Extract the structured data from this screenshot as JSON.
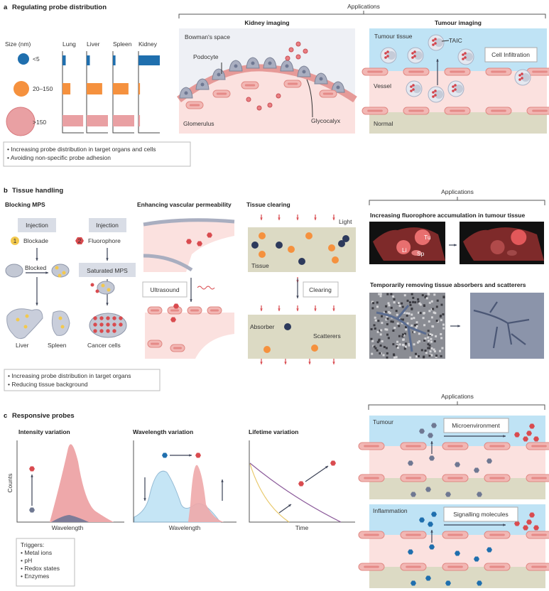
{
  "panel_a": {
    "letter": "a",
    "title": "Regulating probe distribution",
    "applications": "Applications",
    "size_header": "Size (nm)",
    "sizes": [
      "<5",
      "20–150",
      ">150"
    ],
    "organs": [
      "Lung",
      "Liver",
      "Spleen",
      "Kidney"
    ],
    "relative_distribution": [
      [
        0.15,
        0.15,
        0.12,
        1.0
      ],
      [
        0.37,
        0.73,
        0.73,
        0.07
      ],
      [
        0.97,
        1.0,
        1.0,
        0.07
      ]
    ],
    "notes": [
      "Increasing probe distribution in target organs and cells",
      "Avoiding non-specific probe adhesion"
    ],
    "kidney": {
      "title": "Kidney imaging",
      "bowman": "Bowman's space",
      "podocyte": "Podocyte",
      "glomerulus": "Glomerulus",
      "glycocalyx": "Glycocalyx"
    },
    "tumour": {
      "title": "Tumour imaging",
      "tissue": "Tumour tissue",
      "taic": "TAIC",
      "infiltration": "Cell Infiltration",
      "vessel": "Vessel",
      "normal": "Normal"
    }
  },
  "panel_b": {
    "letter": "b",
    "title": "Tissue handling",
    "blocking": {
      "title": "Blocking MPS",
      "injection": "Injection",
      "step1_num": "1",
      "step1": "Blockade",
      "step2_num": "2",
      "step2": "Fluorophore",
      "blocked": "Blocked",
      "saturated": "Saturated MPS",
      "liver": "Liver",
      "spleen": "Spleen",
      "cancer": "Cancer cells"
    },
    "vascular": {
      "title": "Enhancing vascular permeability",
      "ultrasound": "Ultrasound"
    },
    "clearing": {
      "title": "Tissue clearing",
      "light": "Light",
      "tissue": "Tissue",
      "clearing": "Clearing",
      "absorber": "Absorber",
      "scatterers": "Scatterers"
    },
    "notes": [
      "Increasing probe distribution in target organs",
      "Reducing tissue background"
    ],
    "applications": "Applications",
    "app1": {
      "title": "Increasing fluorophore accumulation in tumour tissue",
      "tu": "Tu",
      "li": "Li",
      "sp": "Sp"
    },
    "app2": {
      "title": "Temporarily removing tissue absorbers and scatterers"
    }
  },
  "panel_c": {
    "letter": "c",
    "title": "Responsive probes",
    "intensity": {
      "title": "Intensity variation",
      "ylabel": "Counts",
      "xlabel": "Wavelength"
    },
    "wavelength": {
      "title": "Wavelength variation",
      "xlabel": "Wavelength"
    },
    "lifetime": {
      "title": "Lifetime variation",
      "xlabel": "Time"
    },
    "triggers": {
      "title": "Triggers:",
      "items": [
        "Metal ions",
        "pH",
        "Redox states",
        "Enzymes"
      ]
    },
    "applications": "Applications",
    "tumour": {
      "label": "Tumour",
      "box": "Microenvironment"
    },
    "inflammation": {
      "label": "Inflammation",
      "box": "Signalling molecules"
    }
  },
  "colors": {
    "blue": "#1f6fae",
    "orange": "#f5913e",
    "pink": "#e9a0a3",
    "red": "#d94b4f",
    "navy": "#2d3a5c",
    "grey_probe": "#6f7892",
    "sky": "#bfe3f5",
    "vessel": "#fbe1df",
    "tissue": "#dcdac4"
  }
}
